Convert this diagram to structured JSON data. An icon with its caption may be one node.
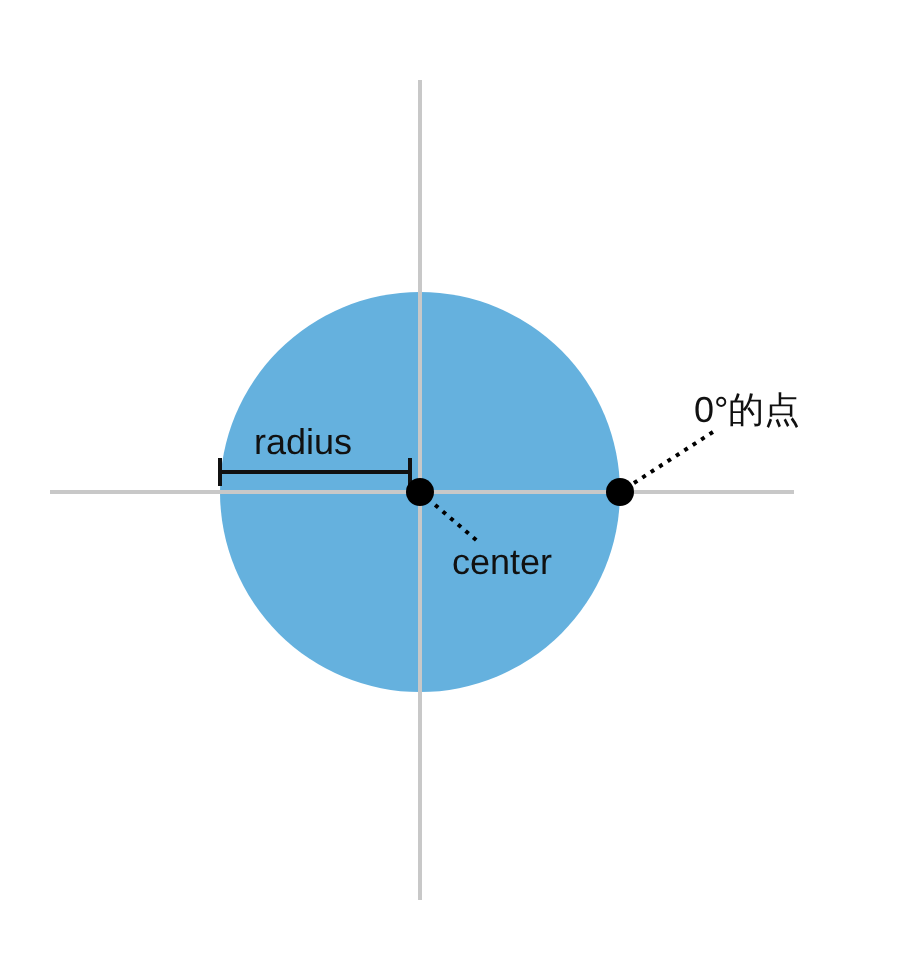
{
  "diagram": {
    "nodes": [
      {
        "text": [
          "0°的点"
        ]
      },
      {
        "text": [],
        "shape": "circle"
      },
      {
        "text": [
          "center"
        ]
      },
      {
        "text": [],
        "shape": "circle"
      }
    ],
    "edges": [
      {
        "from": 0,
        "to": 3,
        "arrow": "none",
        "style": "dashed"
      },
      {
        "from": 2,
        "to": 1,
        "arrow": "none",
        "style": "dashed"
      }
    ],
    "labels": [
      "radius"
    ]
  }
}
